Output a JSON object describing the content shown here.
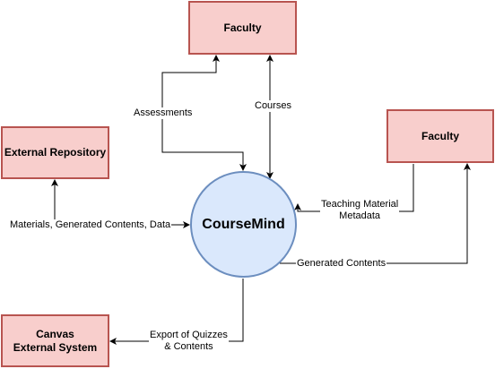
{
  "colors": {
    "entity_fill": "#f8cecc",
    "entity_stroke": "#b85450",
    "process_fill": "#dae8fc",
    "process_stroke": "#6c8ebf",
    "edge": "#000000"
  },
  "entities": {
    "faculty_top": "Faculty",
    "faculty_right": "Faculty",
    "external_repository": "External Repository",
    "canvas_external": "Canvas\nExternal System"
  },
  "process": {
    "name": "CourseMind"
  },
  "flows": {
    "assessments": "Assessments",
    "courses": "Courses",
    "materials": "Materials, Generated Contents, Data",
    "teaching_material": "Teaching Material\nMetadata",
    "generated_contents": "Generated Contents",
    "export": "Export of Quizzes\n& Contents"
  }
}
